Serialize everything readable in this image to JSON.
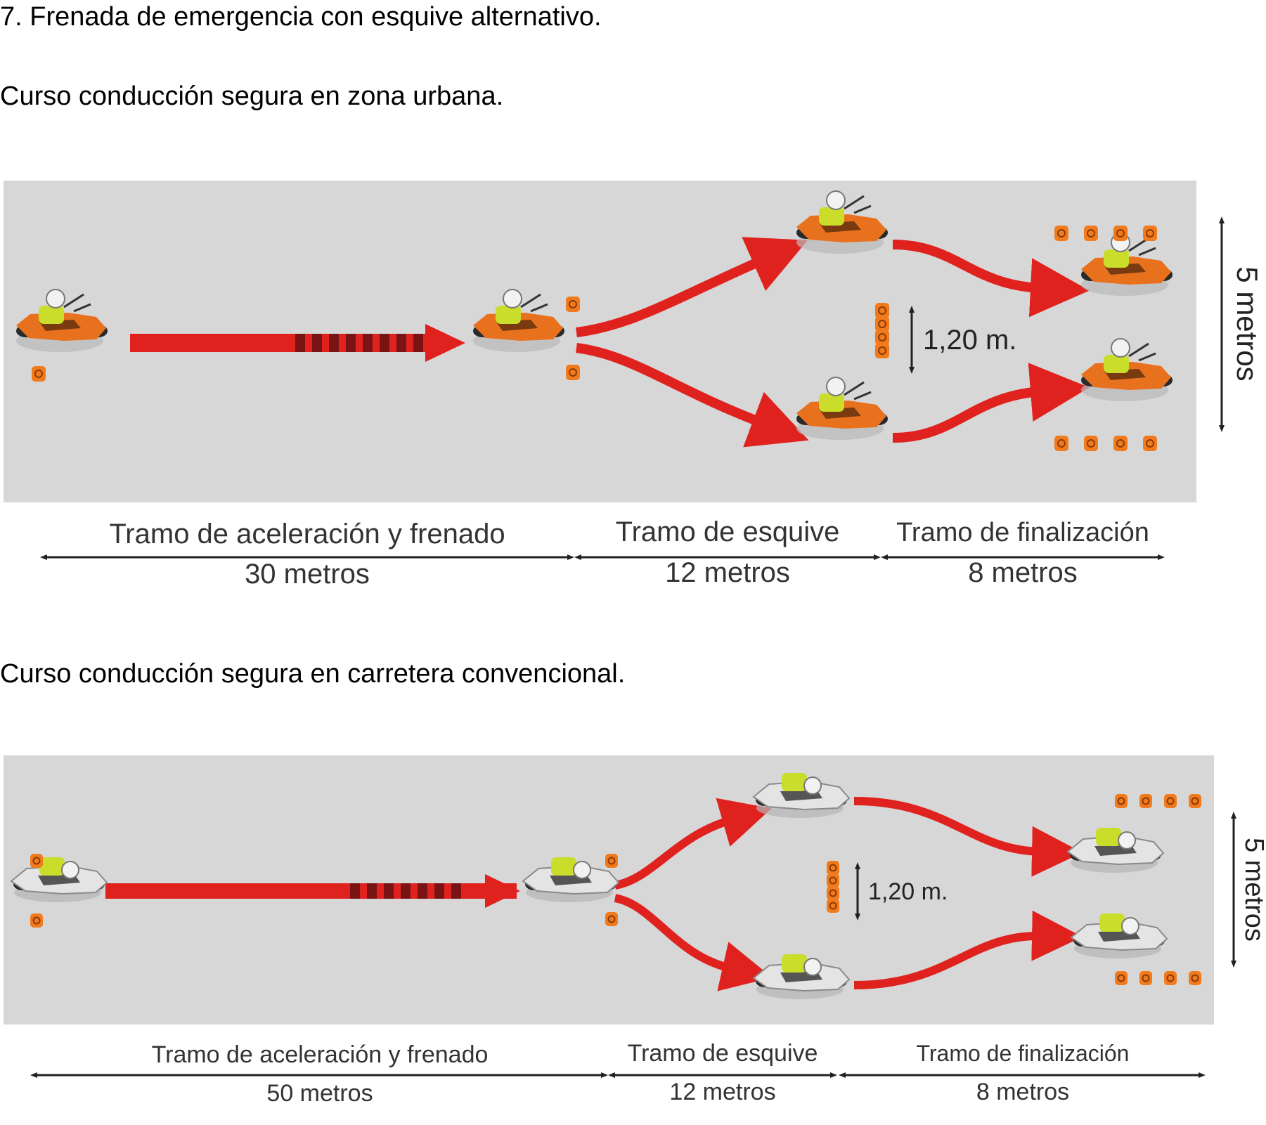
{
  "page": {
    "title": "7. Frenada de emergencia con esquive alternativo.",
    "course_urban": "Curso conducción segura en zona urbana.",
    "course_road": "Curso conducción segura en carretera convencional."
  },
  "urban": {
    "gap_label": "1,20 m.",
    "width_label": "5 metros",
    "sections": [
      {
        "name": "Tramo de aceleración y frenado",
        "length": "30 metros"
      },
      {
        "name": "Tramo de esquive",
        "length": "12 metros"
      },
      {
        "name": "Tramo de finalización",
        "length": "8 metros"
      }
    ]
  },
  "road": {
    "gap_label": "1,20 m.",
    "width_label": "5 metros",
    "sections": [
      {
        "name": "Tramo de aceleración y frenado",
        "length": "50 metros"
      },
      {
        "name": "Tramo de esquive",
        "length": "12 metros"
      },
      {
        "name": "Tramo de finalización",
        "length": "8 metros"
      }
    ]
  },
  "colors": {
    "track": "#d7d7d7",
    "arrow": "#e0221f",
    "arrow_dash": "#7a1414",
    "cone": "#f07a1c",
    "moto_urban": "#e8711e",
    "moto_road": "#e4e4e4",
    "rider_vest": "#c9dd2a",
    "dim_line": "#222222"
  },
  "icons": {
    "motorcycle": "motorcycle-icon",
    "cone": "cone-icon"
  }
}
